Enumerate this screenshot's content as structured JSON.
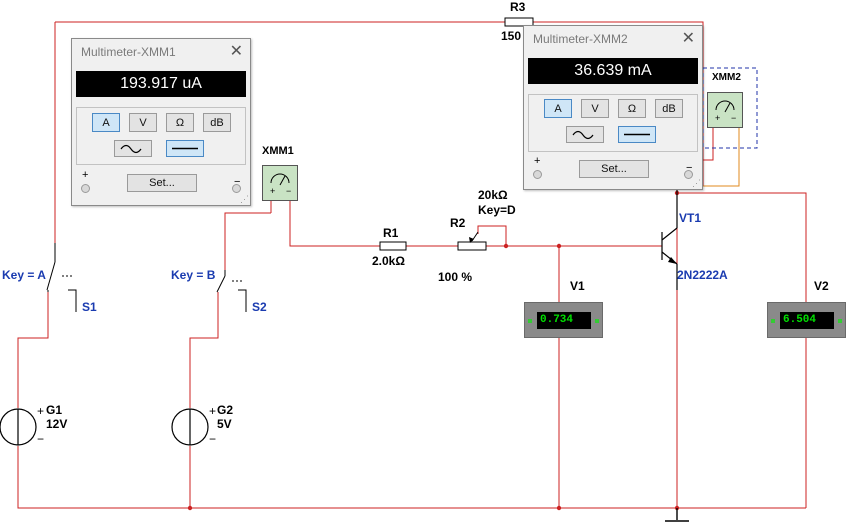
{
  "circuit": {
    "key_a": "Key = A",
    "key_b": "Key = B",
    "s1": "S1",
    "s2": "S2",
    "g1_name": "G1",
    "g1_value": "12V",
    "g2_name": "G2",
    "g2_value": "5V",
    "r1_name": "R1",
    "r1_value": "2.0kΩ",
    "r2_name": "R2",
    "r2_value": "20kΩ",
    "r2_key": "Key=D",
    "r2_percent": "100 %",
    "r3_name": "R3",
    "r3_value": "150",
    "vt1_name": "VT1",
    "vt1_model": "2N2222A",
    "v1_name": "V1",
    "v1_reading": "0.734",
    "v2_name": "V2",
    "v2_reading": "6.504",
    "xmm1_label": "XMM1",
    "xmm2_label": "XMM2"
  },
  "multimeter1": {
    "title": "Multimeter-XMM1",
    "reading": "193.917 uA",
    "buttons": [
      "A",
      "V",
      "Ω",
      "dB"
    ],
    "selected_mode": "A",
    "selected_wave": "dc",
    "set_label": "Set...",
    "plus": "+",
    "minus": "−"
  },
  "multimeter2": {
    "title": "Multimeter-XMM2",
    "reading": "36.639 mA",
    "buttons": [
      "A",
      "V",
      "Ω",
      "dB"
    ],
    "selected_mode": "A",
    "selected_wave": "dc",
    "set_label": "Set...",
    "plus": "+",
    "minus": "−"
  },
  "colors": {
    "wire": "#cc2222",
    "label_blue": "#1a3bb0",
    "probe_orange": "#e08a1e",
    "selection_dash": "#2233aa"
  }
}
